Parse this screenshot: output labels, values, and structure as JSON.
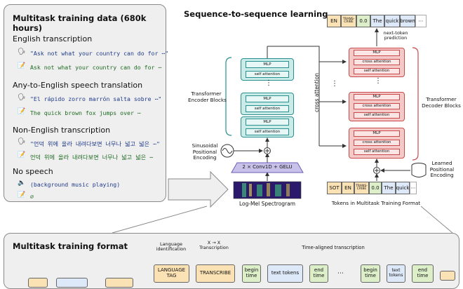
{
  "data_panel": {
    "title": "Multitask training data (680k hours)",
    "sections": [
      {
        "heading": "English transcription",
        "examples": [
          {
            "icon": "speaker-icon",
            "text": "\"Ask not what your country can do for ⋯\""
          },
          {
            "icon": "memo-icon",
            "text": "Ask not what your country can do for ⋯"
          }
        ]
      },
      {
        "heading": "Any-to-English speech translation",
        "examples": [
          {
            "icon": "speaker-icon",
            "text": "\"El rápido zorro marrón salta sobre ⋯\""
          },
          {
            "icon": "memo-icon",
            "text": "The quick brown fox jumps over ⋯"
          }
        ]
      },
      {
        "heading": "Non-English transcription",
        "examples": [
          {
            "icon": "speaker-icon",
            "text": "\"언덕 위에 올라 내려다보면 너무나 넓고 넓은 ⋯\""
          },
          {
            "icon": "memo-icon",
            "text": "언덕 위에 올라 내려다보면 너무나 넓고 넓은 ⋯"
          }
        ]
      },
      {
        "heading": "No speech",
        "examples": [
          {
            "icon": "speaker-icon",
            "text": "(background music playing)"
          },
          {
            "icon": "memo-icon",
            "text": "∅"
          }
        ]
      }
    ]
  },
  "s2s": {
    "title": "Sequence-to-sequence learning",
    "mlp": "MLP",
    "self_attention": "self attention",
    "cross_attention_small": "cross attention",
    "cross_attention": "cross attention",
    "encoder_label": "Transformer\nEncoder Blocks",
    "decoder_label": "Transformer\nDecoder Blocks",
    "positional": "Sinusoidal\nPositional\nEncoding",
    "learned_positional": "Learned\nPositional\nEncoding",
    "conv": "2 × Conv1D + GELU",
    "spectrogram": "Log-Mel Spectrogram",
    "tokens_label": "Tokens in Multitask Training Format",
    "next_token": "next-token\nprediction",
    "ellipsis": "⋮",
    "top_tokens": [
      "EN",
      "TRANS-\nCRIBE",
      "0.0",
      "The",
      "quick",
      "brown",
      "⋯"
    ],
    "bottom_tokens": [
      "SOT",
      "EN",
      "TRANS-\nCRIBE",
      "0.0",
      "The",
      "quick",
      "⋯"
    ]
  },
  "format": {
    "title": "Multitask training format",
    "language_identification": "Language\nidentification",
    "x_to_x": "X → X\nTranscription",
    "time_aligned": "Time-aligned transcription",
    "language_tag": "LANGUAGE\nTAG",
    "transcribe": "TRANSCRIBE",
    "begin_time": "begin\ntime",
    "text_tokens": "text tokens",
    "end_time": "end\ntime",
    "ellipsis": "⋯"
  },
  "colors": {
    "encoder_fill": "#c9ece9",
    "decoder_fill": "#f6c9c9",
    "conv_fill": "#c8c2ea",
    "token_en": "#fbe2b4",
    "token_tr": "#fbe2b4",
    "token_time": "#dcefc9",
    "token_text": "#dde8f8"
  }
}
